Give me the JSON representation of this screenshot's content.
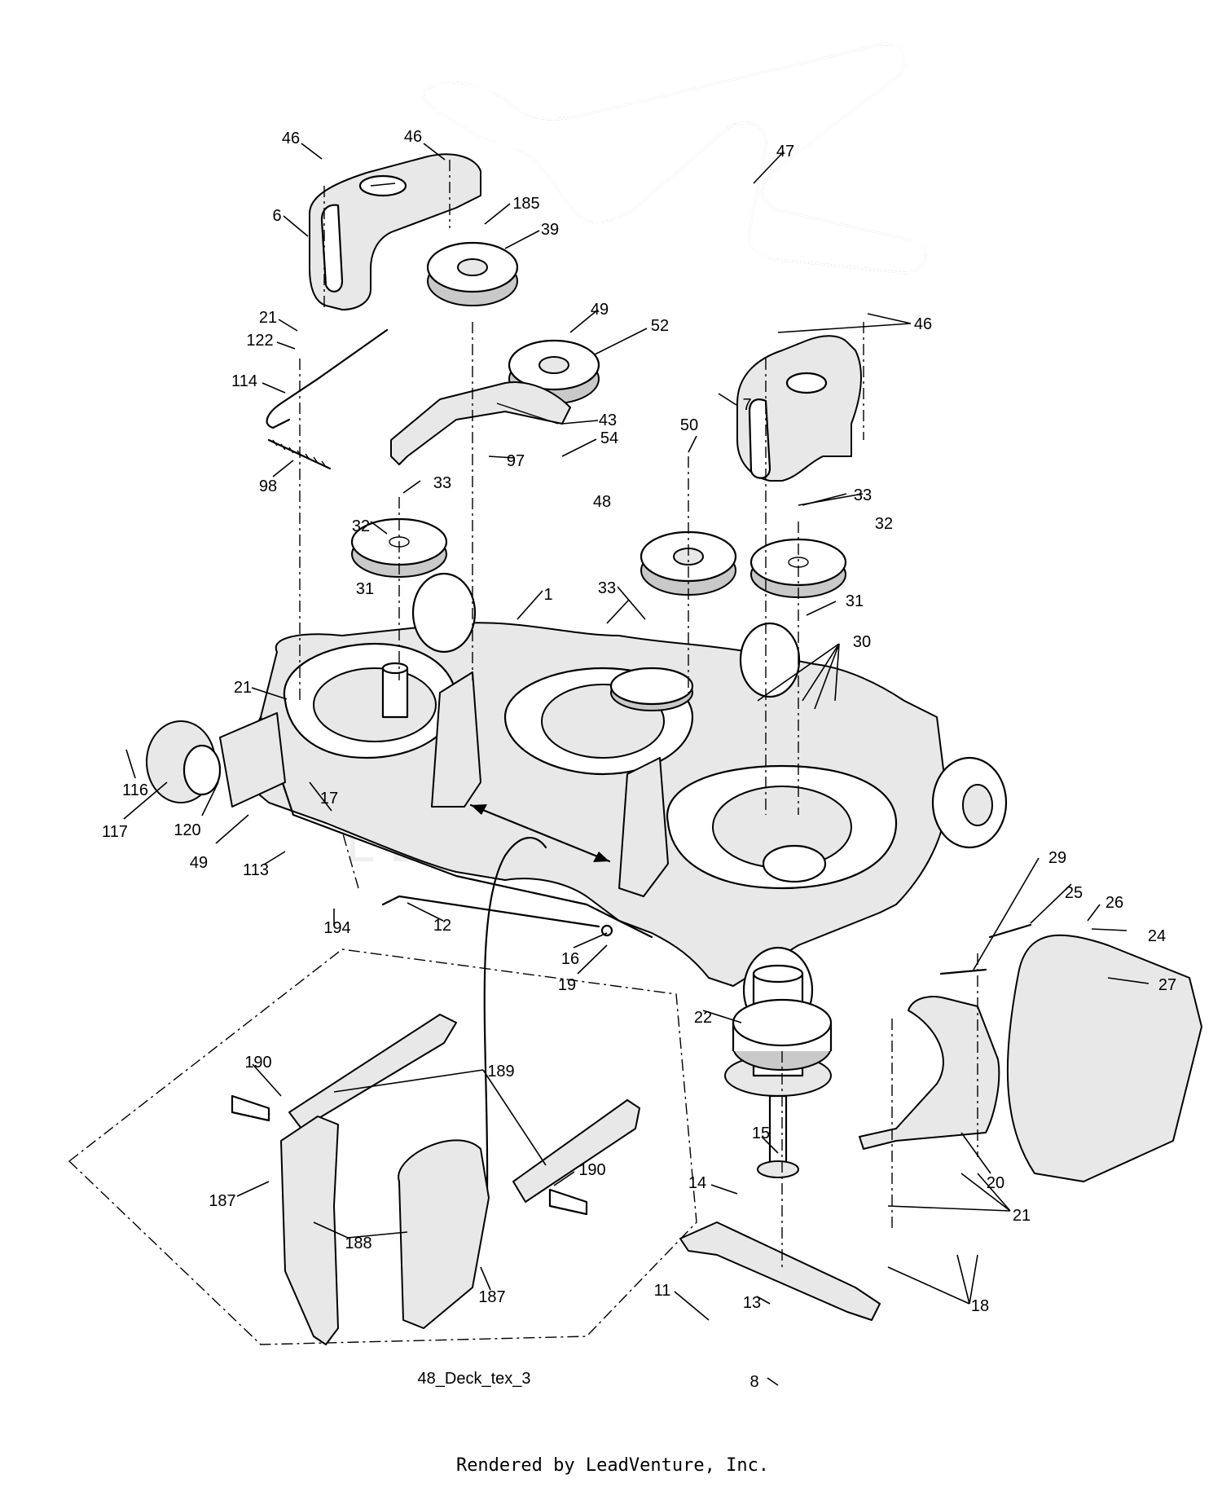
{
  "diagram": {
    "caption": "48_Deck_tex_3",
    "footer": "Rendered by LeadVenture, Inc.",
    "watermark": "LEADVENTURE"
  },
  "callouts": [
    {
      "id": "c46a",
      "text": "46"
    },
    {
      "id": "c46b",
      "text": "46"
    },
    {
      "id": "c185",
      "text": "185"
    },
    {
      "id": "c39",
      "text": "39"
    },
    {
      "id": "c6",
      "text": "6"
    },
    {
      "id": "c47",
      "text": "47"
    },
    {
      "id": "c21a",
      "text": "21"
    },
    {
      "id": "c122",
      "text": "122"
    },
    {
      "id": "c49a",
      "text": "49"
    },
    {
      "id": "c52",
      "text": "52"
    },
    {
      "id": "c46c",
      "text": "46"
    },
    {
      "id": "c114",
      "text": "114"
    },
    {
      "id": "c43",
      "text": "43"
    },
    {
      "id": "c7",
      "text": "7"
    },
    {
      "id": "c50",
      "text": "50"
    },
    {
      "id": "c54",
      "text": "54"
    },
    {
      "id": "c97",
      "text": "97"
    },
    {
      "id": "c98",
      "text": "98"
    },
    {
      "id": "c33a",
      "text": "33"
    },
    {
      "id": "c48",
      "text": "48"
    },
    {
      "id": "c33b",
      "text": "33"
    },
    {
      "id": "c32a",
      "text": "32"
    },
    {
      "id": "c32b",
      "text": "32"
    },
    {
      "id": "c31a",
      "text": "31"
    },
    {
      "id": "c33c",
      "text": "33"
    },
    {
      "id": "c1",
      "text": "1"
    },
    {
      "id": "c31b",
      "text": "31"
    },
    {
      "id": "c30",
      "text": "30"
    },
    {
      "id": "c21b",
      "text": "21"
    },
    {
      "id": "c116",
      "text": "116"
    },
    {
      "id": "c17",
      "text": "17"
    },
    {
      "id": "c117",
      "text": "117"
    },
    {
      "id": "c120",
      "text": "120"
    },
    {
      "id": "c49b",
      "text": "49"
    },
    {
      "id": "c113",
      "text": "113"
    },
    {
      "id": "c29",
      "text": "29"
    },
    {
      "id": "c25",
      "text": "25"
    },
    {
      "id": "c26",
      "text": "26"
    },
    {
      "id": "c24",
      "text": "24"
    },
    {
      "id": "c194",
      "text": "194"
    },
    {
      "id": "c12",
      "text": "12"
    },
    {
      "id": "c16",
      "text": "16"
    },
    {
      "id": "c19",
      "text": "19"
    },
    {
      "id": "c27",
      "text": "27"
    },
    {
      "id": "c22",
      "text": "22"
    },
    {
      "id": "c189",
      "text": "189"
    },
    {
      "id": "c190a",
      "text": "190"
    },
    {
      "id": "c15",
      "text": "15"
    },
    {
      "id": "c190b",
      "text": "190"
    },
    {
      "id": "c14",
      "text": "14"
    },
    {
      "id": "c20",
      "text": "20"
    },
    {
      "id": "c187a",
      "text": "187"
    },
    {
      "id": "c21c",
      "text": "21"
    },
    {
      "id": "c188",
      "text": "188"
    },
    {
      "id": "c187b",
      "text": "187"
    },
    {
      "id": "c13",
      "text": "13"
    },
    {
      "id": "c18",
      "text": "18"
    },
    {
      "id": "c11",
      "text": "11"
    },
    {
      "id": "c8",
      "text": "8"
    }
  ]
}
